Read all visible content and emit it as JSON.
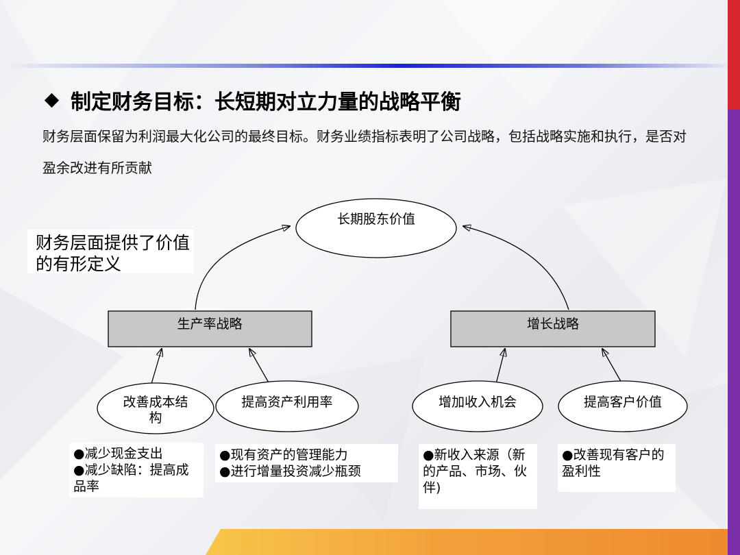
{
  "slide": {
    "title": "制定财务目标：长短期对立力量的战略平衡",
    "body": "财务层面保留为利润最大化公司的最终目标。财务业绩指标表明了公司战略，包括战略实施和执行，是否对盈余改进有所贡献",
    "note": "财务层面提供了价值的有形定义"
  },
  "diagram": {
    "top": "长期股东价值",
    "strategies": {
      "left": "生产率战略",
      "right": "增长战略"
    },
    "levers": {
      "cost_line1": "改善成本结",
      "cost_line2": "构",
      "asset": "提高资产利用率",
      "revenue": "增加收入机会",
      "customer": "提高客户价值"
    },
    "details": {
      "cost": [
        "●减少现金支出",
        "●减少缺陷：提高成",
        "品率"
      ],
      "asset": [
        "●现有资产的管理能力",
        "●进行增量投资减少瓶颈"
      ],
      "revenue": [
        "●新收入来源（新",
        "的产品、市场、伙",
        "伴)"
      ],
      "customer": [
        "●改善现有客户的",
        "盈利性"
      ]
    }
  },
  "colors": {
    "accent_blue": "#1a23d6",
    "accent_red": "#d8272e",
    "accent_purple": "#7a2ea8",
    "accent_orange": "#f3a13a",
    "box_fill": "#c8c8c8"
  }
}
